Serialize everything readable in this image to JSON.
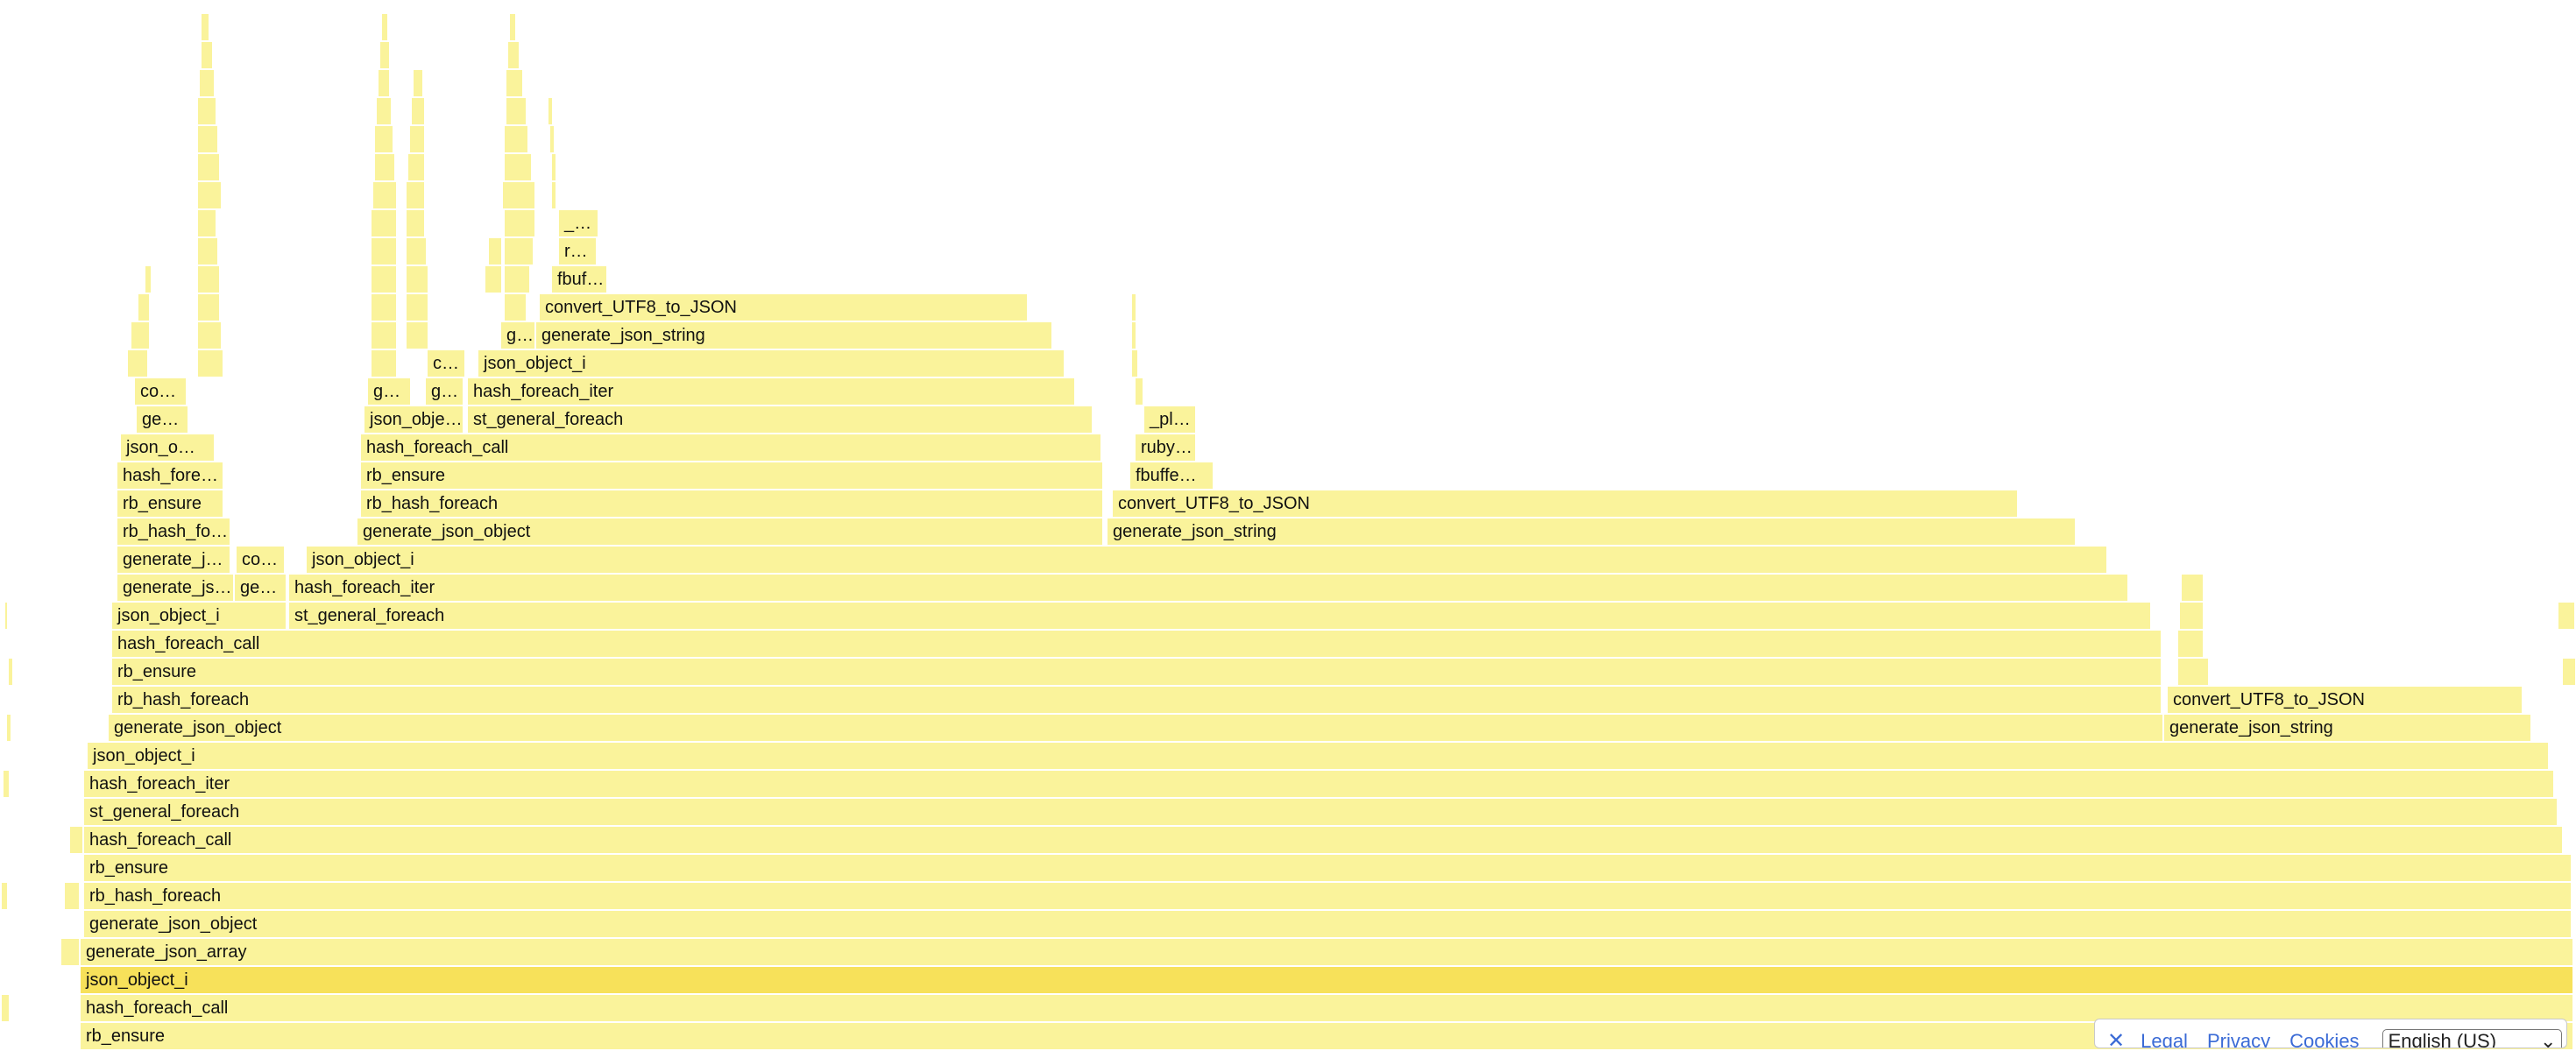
{
  "flamegraph": {
    "colors": {
      "frame": "#faf39b",
      "highlight": "#f7e15a",
      "text": "#111111"
    },
    "frames": [
      "_…",
      "ru…",
      "fbuf…",
      "convert_UTF8_to_JSON",
      "g…",
      "generate_json_string",
      "c…",
      "json_object_i",
      "co…",
      "g…",
      "g…",
      "hash_foreach_iter",
      "gen…",
      "json_obje…",
      "st_general_foreach",
      "_pl…",
      "json_o…",
      "hash_foreach_call",
      "ruby…",
      "hash_fore…",
      "rb_ensure",
      "fbuffe…",
      "rb_ensure",
      "rb_hash_foreach",
      "convert_UTF8_to_JSON",
      "rb_hash_fo…",
      "generate_json_object",
      "generate_json_string",
      "generate_j…",
      "co…",
      "json_object_i",
      "generate_js…",
      "ge…",
      "hash_foreach_iter",
      "json_object_i",
      "st_general_foreach",
      "hash_foreach_call",
      "rb_ensure",
      "rb_hash_foreach",
      "convert_UTF8_to_JSON",
      "generate_json_object",
      "generate_json_string",
      "json_object_i",
      "hash_foreach_iter",
      "st_general_foreach",
      "hash_foreach_call",
      "rb_ensure",
      "rb_hash_foreach",
      "generate_json_object",
      "generate_json_array",
      "json_object_i",
      "hash_foreach_call",
      "rb_ensure"
    ]
  },
  "footer": {
    "close_icon": "close-icon",
    "links": [
      "Legal",
      "Privacy",
      "Cookies"
    ],
    "language": "English (US)",
    "chevron": "chevron-down-icon"
  }
}
